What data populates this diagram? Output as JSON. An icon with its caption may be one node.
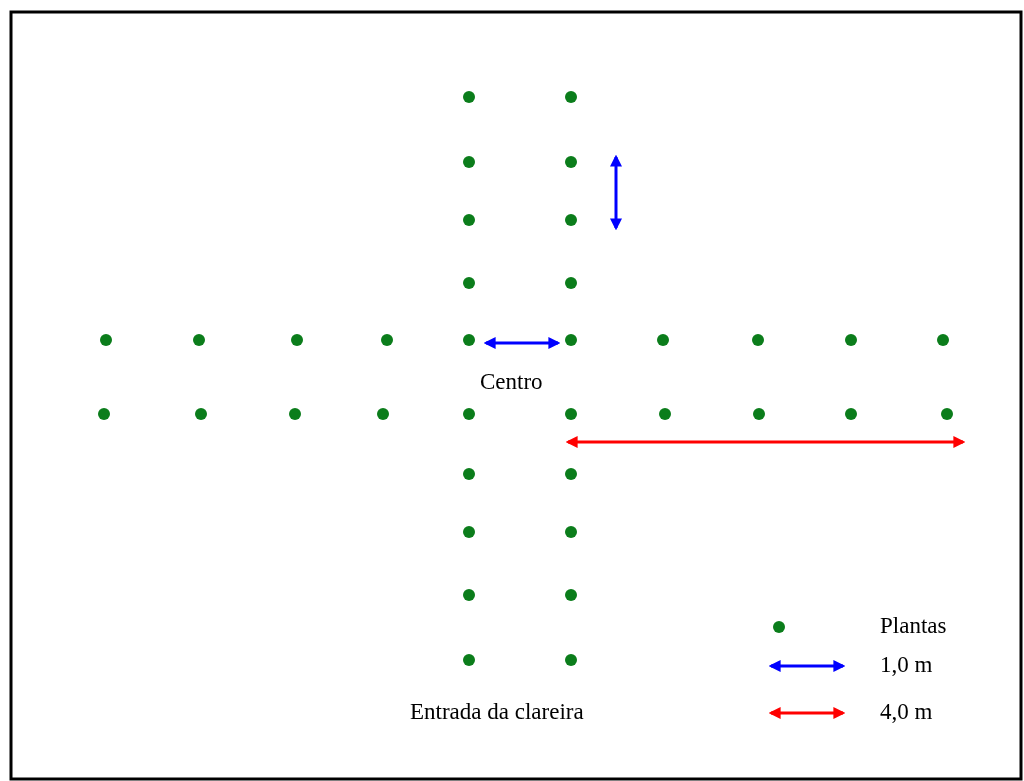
{
  "diagram": {
    "labels": [
      "Centro",
      "Entrada da clareira"
    ],
    "legend": [
      {
        "text": "Plantas"
      },
      {
        "text": "1,0 m"
      },
      {
        "text": "4,0 m"
      }
    ]
  }
}
